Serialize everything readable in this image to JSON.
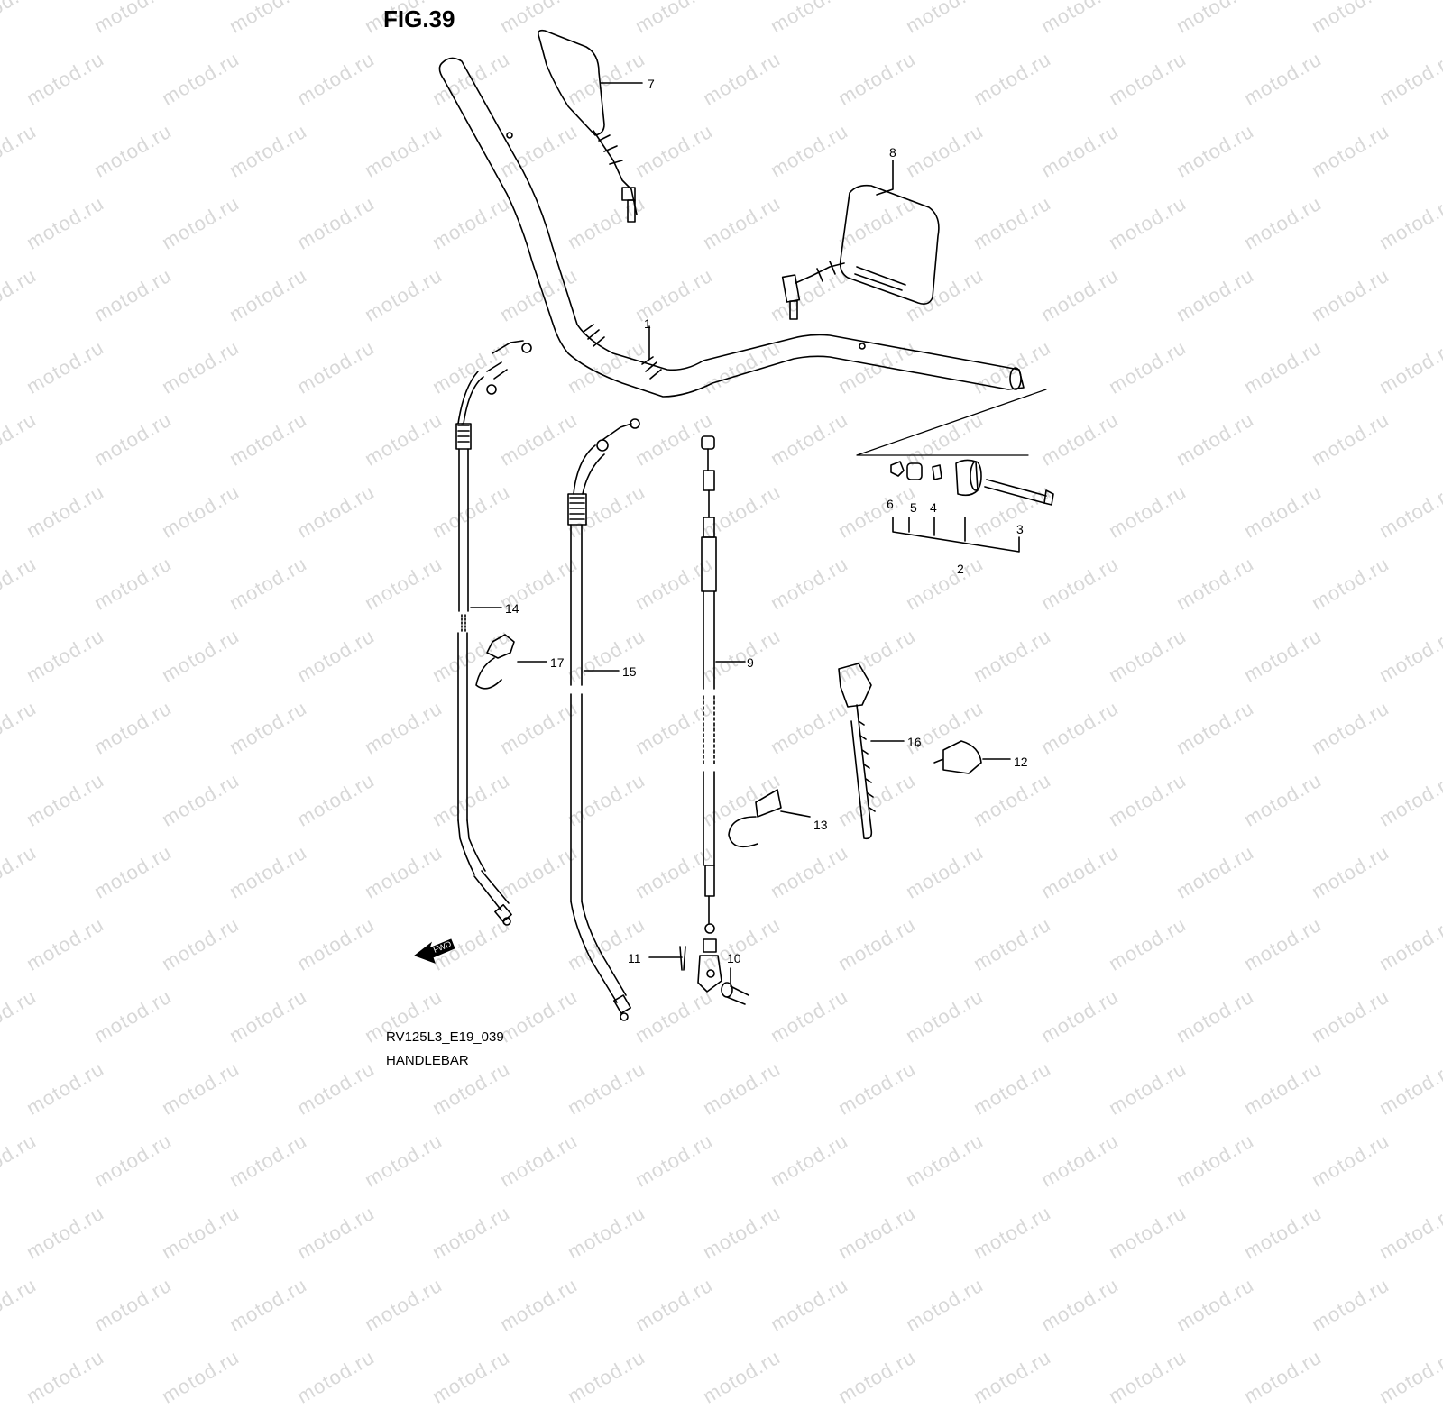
{
  "figure": {
    "title": "FIG.39",
    "model_code": "RV125L3_E19_039",
    "name": "HANDLEBAR",
    "watermark": "motod.ru",
    "fwd_label": "FWD"
  },
  "callouts": [
    {
      "id": "1",
      "part": "handlebar"
    },
    {
      "id": "2",
      "part": "balancer-weight"
    },
    {
      "id": "3",
      "part": "balancer-screw"
    },
    {
      "id": "4",
      "part": "washer"
    },
    {
      "id": "5",
      "part": "spacer"
    },
    {
      "id": "6",
      "part": "nut"
    },
    {
      "id": "7",
      "part": "mirror-left"
    },
    {
      "id": "8",
      "part": "mirror-right"
    },
    {
      "id": "9",
      "part": "clutch-cable"
    },
    {
      "id": "10",
      "part": "pin"
    },
    {
      "id": "11",
      "part": "cotter-pin"
    },
    {
      "id": "12",
      "part": "clamp"
    },
    {
      "id": "13",
      "part": "cable-guide"
    },
    {
      "id": "14",
      "part": "throttle-cable-1"
    },
    {
      "id": "15",
      "part": "throttle-cable-2"
    },
    {
      "id": "16",
      "part": "tie-strap"
    },
    {
      "id": "17",
      "part": "cable-clamp"
    }
  ],
  "colors": {
    "line": "#000000",
    "watermark": "#d8d8d8",
    "background": "#ffffff"
  }
}
